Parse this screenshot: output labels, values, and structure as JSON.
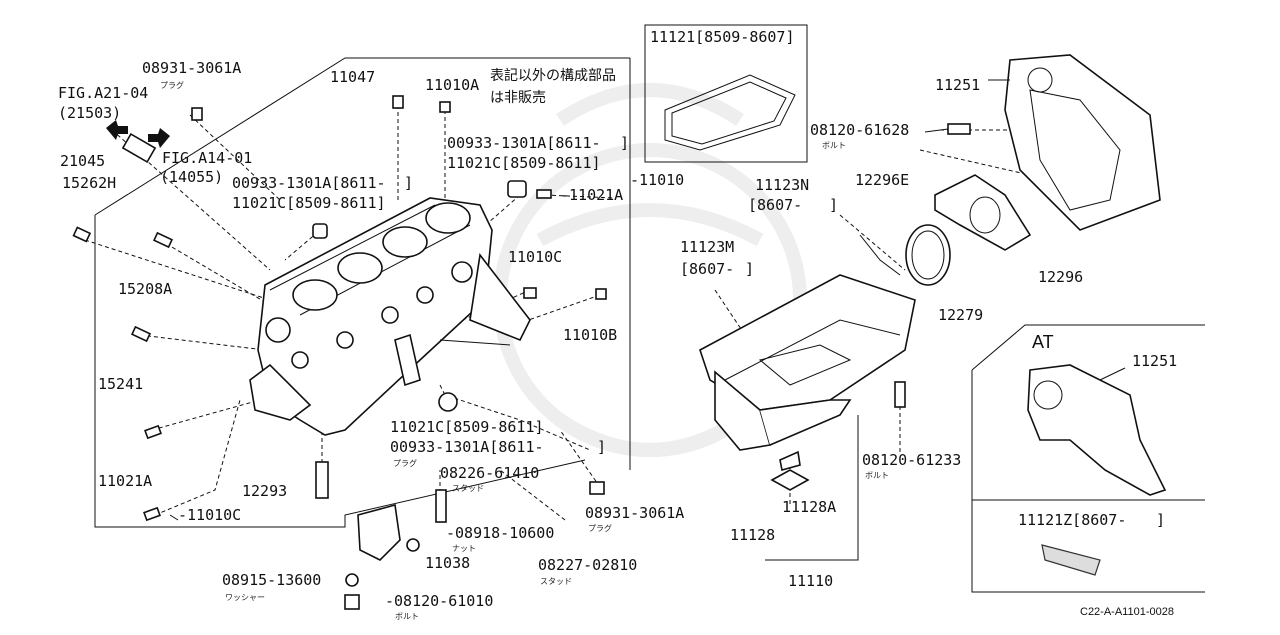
{
  "labels": {
    "fig_a21": "FIG.A21-04",
    "fig_a21_ref": "(21503)",
    "fig_a14": "FIG.A14-01",
    "fig_a14_ref": "(14055)",
    "p08931_top": "08931-3061A",
    "p08931_top_sub": "プラグ",
    "p21045": "21045",
    "p15262h": "15262H",
    "p11047": "11047",
    "p00933_left": "00933-1301A[8611-",
    "p00933_left_close": "]",
    "p11021c_left": "11021C[8509-8611]",
    "p15208a": "15208A",
    "p15241": "15241",
    "p11021a_left": "11021A",
    "p12293": "12293",
    "p11010c_bottom": "-11010C",
    "p11010a": "11010A",
    "note_line1": "表記以外の構成部品",
    "note_line2": "は非販売",
    "p00933_mid": "00933-1301A[8611-",
    "p00933_mid_close": "]",
    "p11021c_mid": "11021C[8509-8611]",
    "p11021a_mid": "-11021A",
    "p11010": "-11010",
    "p11010c_mid": "11010C",
    "p11010b": "11010B",
    "p11021c_low": "11021C[8509-8611]",
    "p00933_low": "00933-1301A[8611-",
    "p00933_low_close": "]",
    "p00933_low_sub": "プラグ",
    "p08226": "08226-61410",
    "p08226_sub": "スタッド",
    "p08931_low": "08931-3061A",
    "p08931_low_sub": "プラグ",
    "p08918": "-08918-10600",
    "p08918_sub": "ナット",
    "p11038": "11038",
    "p08227": "08227-02810",
    "p08227_sub": "スタッド",
    "p08915": "08915-13600",
    "p08915_sub": "ワッシャー",
    "p08120_bottom": "-08120-61010",
    "p08120_bottom_sub": "ボルト",
    "p11121": "11121[8509-8607]",
    "p11123n": "11123N",
    "p11123n_range": "[8607-",
    "p11123n_close": "]",
    "p11123m": "11123M",
    "p11123m_range": "[8607-",
    "p11123m_close": "]",
    "p11251": "11251",
    "p08120_61628": "08120-61628",
    "p08120_61628_sub": "ボルト",
    "p12296e": "12296E",
    "p12296": "12296",
    "p12279": "12279",
    "p08120_61233": "08120-61233",
    "p08120_61233_sub": "ボルト",
    "p11128a": "11128A",
    "p11128": "11128",
    "p11110": "11110",
    "at_title": "AT",
    "p11251_at": "11251",
    "p11121z": "11121Z[8607-",
    "p11121z_close": "]",
    "diagram_code": "C22-A-A1101-0028"
  }
}
